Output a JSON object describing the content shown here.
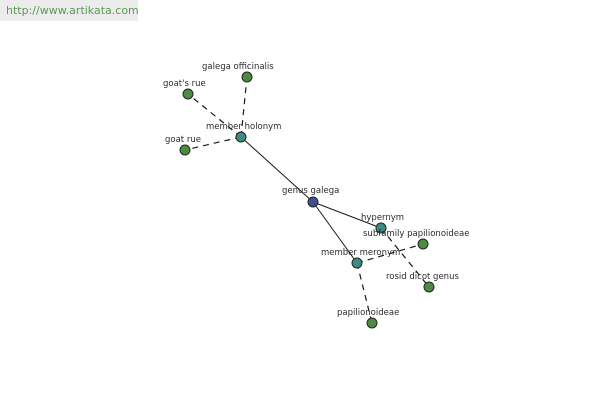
{
  "header": {
    "source_url": "http://www.artikata.com"
  },
  "colors": {
    "center": "#3f4f8f",
    "relation": "#3f8a88",
    "leaf": "#4e8a44",
    "edge": "#1a1a1a",
    "link": "#5a9a55"
  },
  "graph": {
    "nodes": [
      {
        "id": "genus-galega",
        "label": "genus galega",
        "kind": "center"
      },
      {
        "id": "member-holonym",
        "label": "member holonym",
        "kind": "relation"
      },
      {
        "id": "hypernym",
        "label": "hypernym",
        "kind": "relation"
      },
      {
        "id": "member-meronym",
        "label": "member meronym",
        "kind": "relation"
      },
      {
        "id": "galega-officinalis",
        "label": "galega officinalis",
        "kind": "leaf"
      },
      {
        "id": "goats-rue",
        "label": "goat's rue",
        "kind": "leaf"
      },
      {
        "id": "goat-rue",
        "label": "goat rue",
        "kind": "leaf"
      },
      {
        "id": "subfamily-papilionoideae",
        "label": "subfamily papilionoideae",
        "kind": "leaf"
      },
      {
        "id": "rosid-dicot-genus",
        "label": "rosid dicot genus",
        "kind": "leaf"
      },
      {
        "id": "papilionoideae",
        "label": "papilionoideae",
        "kind": "leaf"
      }
    ],
    "edges": [
      {
        "from": "genus-galega",
        "to": "member-holonym",
        "style": "solid"
      },
      {
        "from": "genus-galega",
        "to": "hypernym",
        "style": "solid"
      },
      {
        "from": "genus-galega",
        "to": "member-meronym",
        "style": "solid"
      },
      {
        "from": "member-holonym",
        "to": "galega-officinalis",
        "style": "dashed"
      },
      {
        "from": "member-holonym",
        "to": "goats-rue",
        "style": "dashed"
      },
      {
        "from": "member-holonym",
        "to": "goat-rue",
        "style": "dashed"
      },
      {
        "from": "hypernym",
        "to": "rosid-dicot-genus",
        "style": "dashed"
      },
      {
        "from": "member-meronym",
        "to": "subfamily-papilionoideae",
        "style": "dashed"
      },
      {
        "from": "member-meronym",
        "to": "papilionoideae",
        "style": "dashed"
      }
    ]
  }
}
